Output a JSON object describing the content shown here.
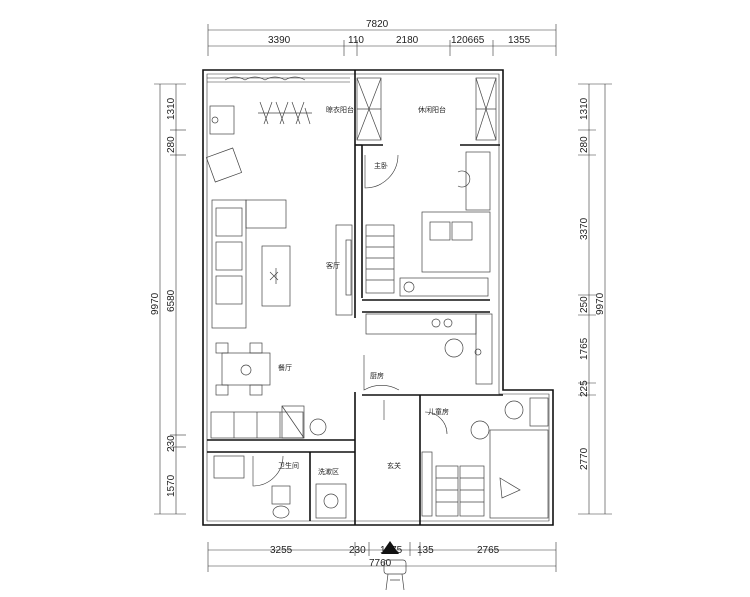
{
  "dimensions": {
    "top_total": "7820",
    "top_segments": [
      "3390",
      "110",
      "2180",
      "120665",
      "1355"
    ],
    "bottom_total": "7760",
    "bottom_segments": [
      "3255",
      "230",
      "1375",
      "135",
      "2765"
    ],
    "left_total": "9970",
    "left_segments": [
      "1310",
      "280",
      "6580",
      "230",
      "1570"
    ],
    "right_total": "9970",
    "right_segments": [
      "1310",
      "280",
      "3370",
      "250",
      "1765",
      "225",
      "2770"
    ]
  },
  "rooms": {
    "laundry_balcony": "晾衣阳台",
    "leisure_balcony": "休闲阳台",
    "master_bedroom": "主卧",
    "living_room": "客厅",
    "dining_room": "餐厅",
    "kitchen": "厨房",
    "childrens_room": "儿童房",
    "bathroom": "卫生间",
    "wash_area": "洗漱区",
    "entrance": "玄关"
  }
}
